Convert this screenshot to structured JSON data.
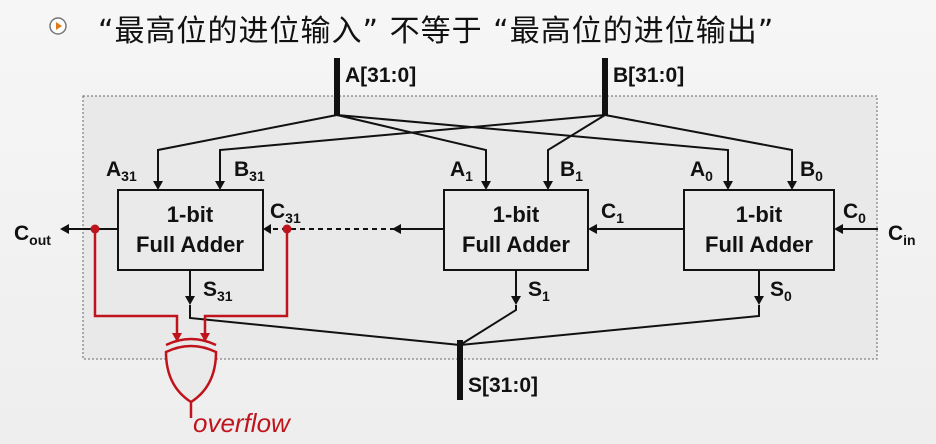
{
  "slide": {
    "title": "“最高位的进位输入” 不等于 “最高位的进位输出”",
    "bullet_icon": "play-circle-icon"
  },
  "buses": {
    "a_bus": "A[31:0]",
    "b_bus": "B[31:0]",
    "s_bus": "S[31:0]"
  },
  "inputs": {
    "a31": "A",
    "a31_sub": "31",
    "b31": "B",
    "b31_sub": "31",
    "a1": "A",
    "a1_sub": "1",
    "b1": "B",
    "b1_sub": "1",
    "a0": "A",
    "a0_sub": "0",
    "b0": "B",
    "b0_sub": "0"
  },
  "carries": {
    "cout": "C",
    "cout_sub": "out",
    "c31": "C",
    "c31_sub": "31",
    "c1": "C",
    "c1_sub": "1",
    "c0": "C",
    "c0_sub": "0",
    "cin": "C",
    "cin_sub": "in"
  },
  "sums": {
    "s31": "S",
    "s31_sub": "31",
    "s1": "S",
    "s1_sub": "1",
    "s0": "S",
    "s0_sub": "0"
  },
  "adders": [
    {
      "line1": "1-bit",
      "line2": "Full Adder"
    },
    {
      "line1": "1-bit",
      "line2": "Full Adder"
    },
    {
      "line1": "1-bit",
      "line2": "Full Adder"
    }
  ],
  "overflow_label": "overflow",
  "colors": {
    "wire": "#111111",
    "overflow": "#c0141c",
    "box_fill": "#eaeaea",
    "frame": "#555555"
  }
}
